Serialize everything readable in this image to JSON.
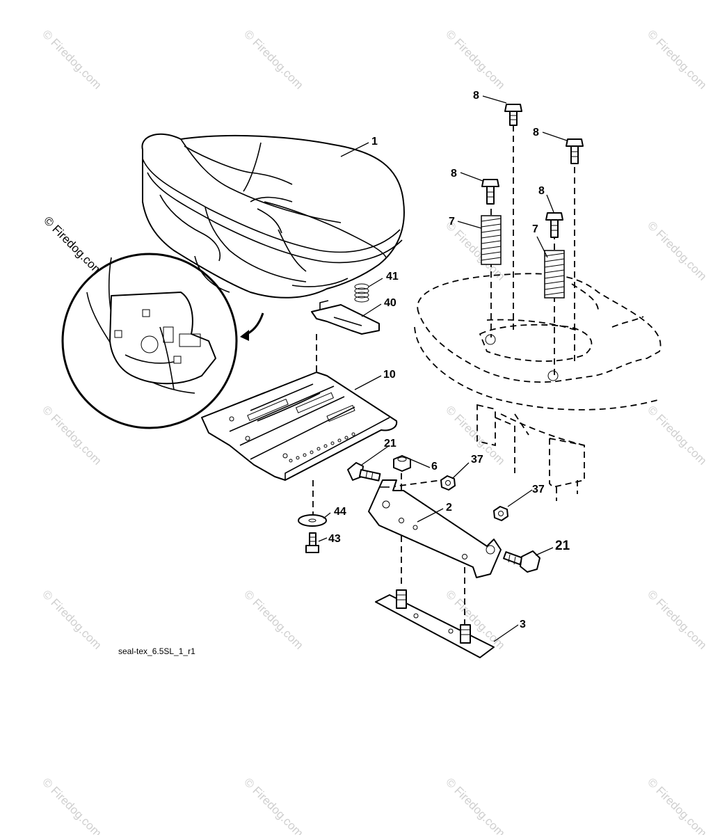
{
  "watermark": {
    "text": "© Firedog.com"
  },
  "figure_id": "seal-tex_6.5SL_1_r1",
  "callouts": {
    "c1": "1",
    "c2": "2",
    "c3": "3",
    "c6": "6",
    "c7a": "7",
    "c7b": "7",
    "c8a": "8",
    "c8b": "8",
    "c8c": "8",
    "c8d": "8",
    "c10": "10",
    "c21a": "21",
    "c21b": "21",
    "c37a": "37",
    "c37b": "37",
    "c40": "40",
    "c41": "41",
    "c43": "43",
    "c44": "44"
  },
  "parts": [
    "seat",
    "seat-pan",
    "seat-bracket",
    "slide-plate",
    "springs",
    "bolts",
    "switch-plate",
    "nuts",
    "washer"
  ]
}
